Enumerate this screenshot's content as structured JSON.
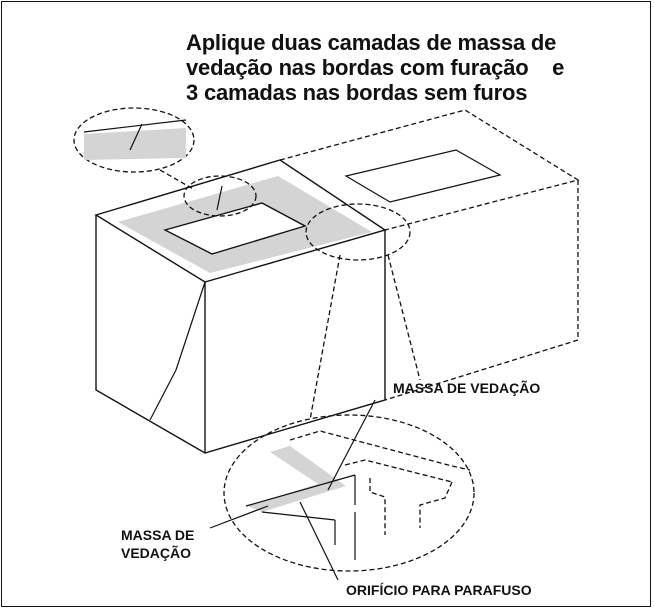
{
  "title": {
    "line1": "Aplique duas camadas de massa de",
    "line2": "vedação nas bordas com furação    e",
    "line3": "3 camadas nas bordas sem furos"
  },
  "labels": {
    "sealant_top": "MASSA DE VEDAÇÃO",
    "sealant_left_line1": "MASSA DE",
    "sealant_left_line2": "VEDAÇÃO",
    "screw_hole": "ORIFÍCIO PARA PARAFUSO"
  },
  "colors": {
    "line": "#111111",
    "sealant": "#d4d4d4",
    "background": "#ffffff"
  }
}
